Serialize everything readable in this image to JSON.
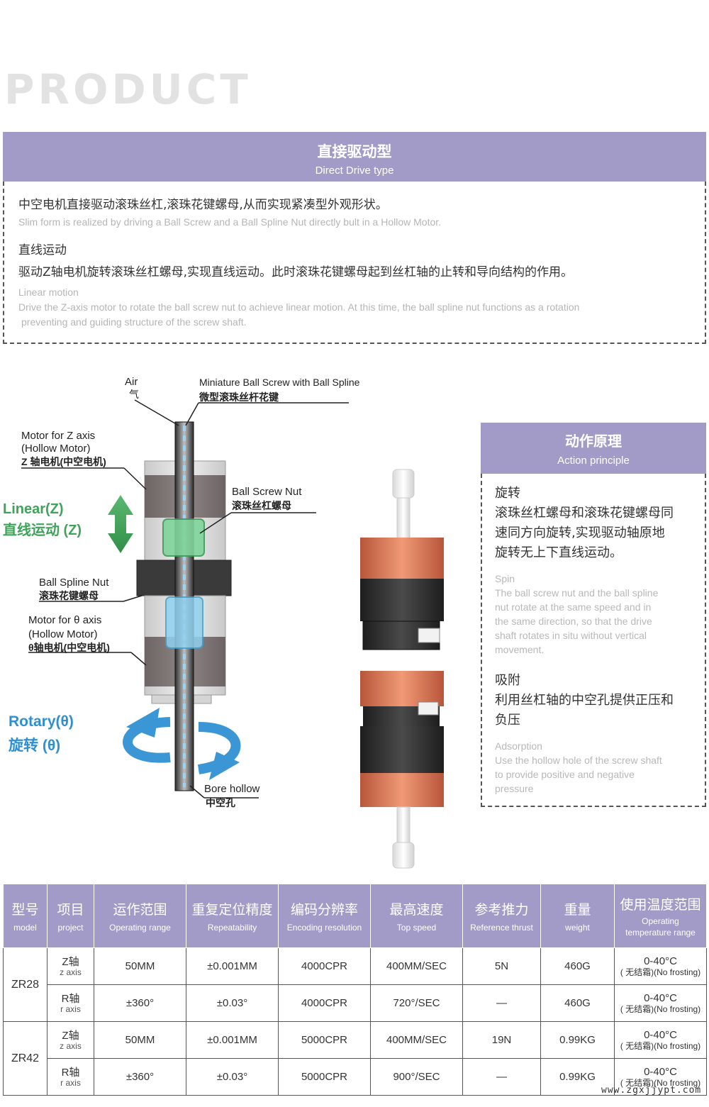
{
  "brand_text": "PRODUCT",
  "header": {
    "title_zh": "直接驱动型",
    "title_en": "Direct Drive type"
  },
  "intro": {
    "line1_zh": "中空电机直接驱动滚珠丝杠,滚珠花键螺母,从而实现紧凑型外观形状。",
    "line1_en": "Slim form is realized by driving a Ball Screw and a Ball Spline Nut directly bult in a Hollow Motor.",
    "sub_title_zh": "直线运动",
    "line2_zh": "驱动Z轴电机旋转滚珠丝杠螺母,实现直线运动。此时滚珠花键螺母起到丝杠轴的止转和导向结构的作用。",
    "sub_title_en": "Linear motion",
    "line2_en_a": "Drive the Z-axis motor to rotate the ball screw nut to achieve linear motion. At this time, the ball spline nut functions as a rotation",
    "line2_en_b": "preventing and guiding structure of the screw shaft."
  },
  "diagram": {
    "air_en": "Air",
    "air_zh": "气",
    "screw_en": "Miniature Ball Screw with Ball Spline",
    "screw_zh": "微型滚珠丝杆花键",
    "motor_z_en": "Motor for Z axis",
    "motor_z_en2": "(Hollow Motor)",
    "motor_z_zh": "Z 轴电机(中空电机)",
    "nut_en": "Ball Screw Nut",
    "nut_zh": "滚珠丝杠螺母",
    "linear_en": "Linear(Z)",
    "linear_zh": "直线运动 (Z)",
    "spline_en": "Ball Spline Nut",
    "spline_zh": "滚珠花键螺母",
    "motor_t_en": "Motor for θ axis",
    "motor_t_en2": "(Hollow Motor)",
    "motor_t_zh": "θ轴电机(中空电机)",
    "rotary_en": "Rotary(θ)",
    "rotary_zh": "旋转 (θ)",
    "bore_en": "Bore hollow",
    "bore_zh": "中空孔"
  },
  "action": {
    "title_zh": "动作原理",
    "title_en": "Action principle",
    "spin_zh_title": "旋转",
    "spin_zh_1": "滚珠丝杠螺母和滚珠花键螺母同",
    "spin_zh_2": "速同方向旋转,实现驱动轴原地",
    "spin_zh_3": "旋转无上下直线运动。",
    "spin_en_title": "Spin",
    "spin_en_1": "The ball screw nut and the ball spline",
    "spin_en_2": "nut rotate at the same speed and in",
    "spin_en_3": "the same direction, so that the drive",
    "spin_en_4": "shaft rotates in situ without vertical",
    "spin_en_5": "movement.",
    "ads_zh_title": "吸附",
    "ads_zh_1": "利用丝杠轴的中空孔提供正压和",
    "ads_zh_2": "负压",
    "ads_en_title": "Adsorption",
    "ads_en_1": "Use the hollow hole of the screw shaft",
    "ads_en_2": "to provide positive and negative",
    "ads_en_3": "pressure"
  },
  "table": {
    "headers": [
      {
        "zh": "型号",
        "en": "model"
      },
      {
        "zh": "项目",
        "en": "project"
      },
      {
        "zh": "运作范围",
        "en": "Operating range"
      },
      {
        "zh": "重复定位精度",
        "en": "Repeatability"
      },
      {
        "zh": "编码分辨率",
        "en": "Encoding resolution"
      },
      {
        "zh": "最高速度",
        "en": "Top speed"
      },
      {
        "zh": "参考推力",
        "en": "Reference thrust"
      },
      {
        "zh": "重量",
        "en": "weight"
      },
      {
        "zh": "使用温度范围",
        "en": "Operating",
        "en2": "temperature range"
      }
    ],
    "models": [
      {
        "name": "ZR28",
        "rows": [
          {
            "axis_zh": "Z轴",
            "axis_en": "z axis",
            "range": "50MM",
            "repeat": "±0.001MM",
            "enc": "4000CPR",
            "speed": "400MM/SEC",
            "thrust": "5N",
            "weight": "460G",
            "temp": "0-40°C",
            "temp_note": "( 无结霜)(No frosting)"
          },
          {
            "axis_zh": "R轴",
            "axis_en": "r axis",
            "range": "±360°",
            "repeat": "±0.03°",
            "enc": "4000CPR",
            "speed": "720°/SEC",
            "thrust": "—",
            "weight": "460G",
            "temp": "0-40°C",
            "temp_note": "( 无结霜)(No frosting)"
          }
        ]
      },
      {
        "name": "ZR42",
        "rows": [
          {
            "axis_zh": "Z轴",
            "axis_en": "z axis",
            "range": "50MM",
            "repeat": "±0.001MM",
            "enc": "5000CPR",
            "speed": "400MM/SEC",
            "thrust": "19N",
            "weight": "0.99KG",
            "temp": "0-40°C",
            "temp_note": "( 无结霜)(No frosting)"
          },
          {
            "axis_zh": "R轴",
            "axis_en": "r axis",
            "range": "±360°",
            "repeat": "±0.03°",
            "enc": "5000CPR",
            "speed": "900°/SEC",
            "thrust": "—",
            "weight": "0.99KG",
            "temp": "0-40°C",
            "temp_note": "( 无结霜)(No frosting)"
          }
        ]
      }
    ]
  },
  "watermark": "www.zgxjjypt.com",
  "colors": {
    "accent": "#a39bc7",
    "green": "#3fa35a",
    "blue": "#2f8fd0",
    "copper": "#d9734e"
  }
}
